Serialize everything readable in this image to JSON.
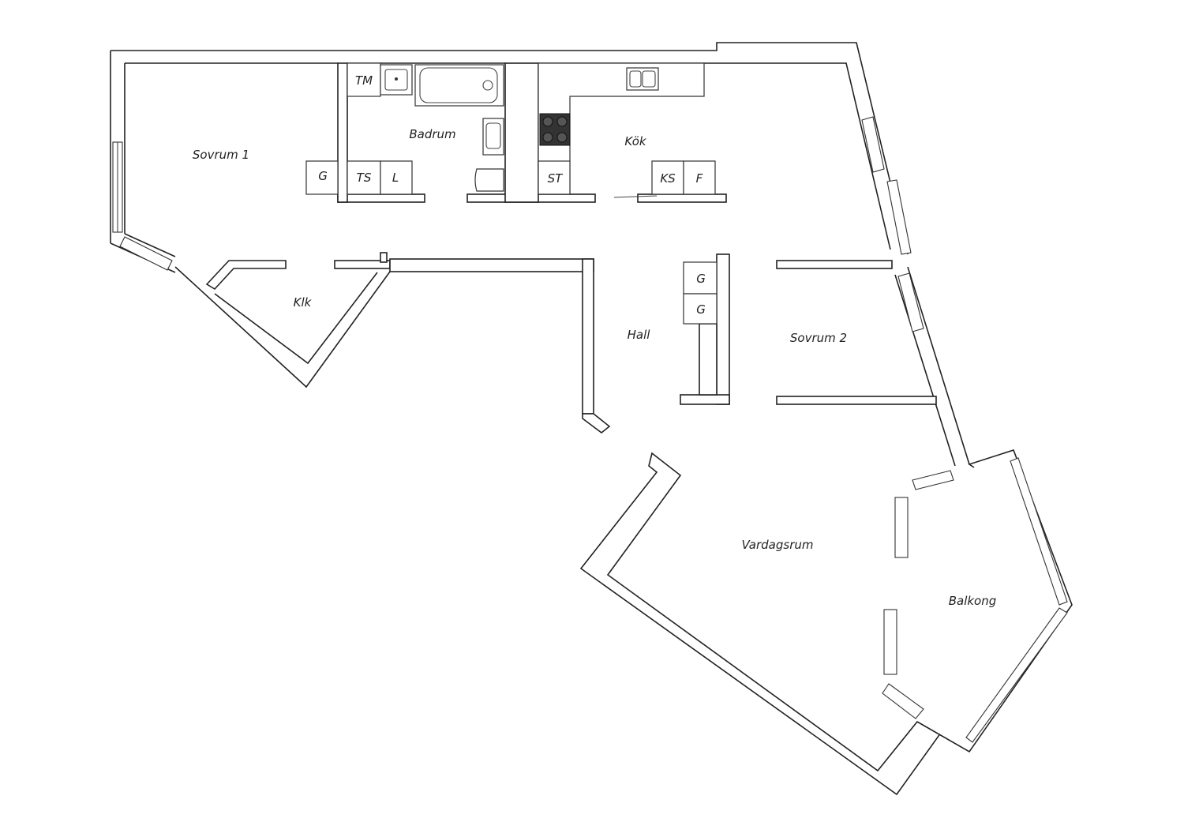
{
  "rooms": {
    "sovrum1": "Sovrum 1",
    "badrum": "Badrum",
    "kok": "Kök",
    "klk": "Klk",
    "hall": "Hall",
    "sovrum2": "Sovrum 2",
    "vardagsrum": "Vardagsrum",
    "balkong": "Balkong"
  },
  "fixtures": {
    "tm": "TM",
    "ts": "TS",
    "l": "L",
    "g": "G",
    "st": "ST",
    "ks": "KS",
    "f": "F"
  }
}
